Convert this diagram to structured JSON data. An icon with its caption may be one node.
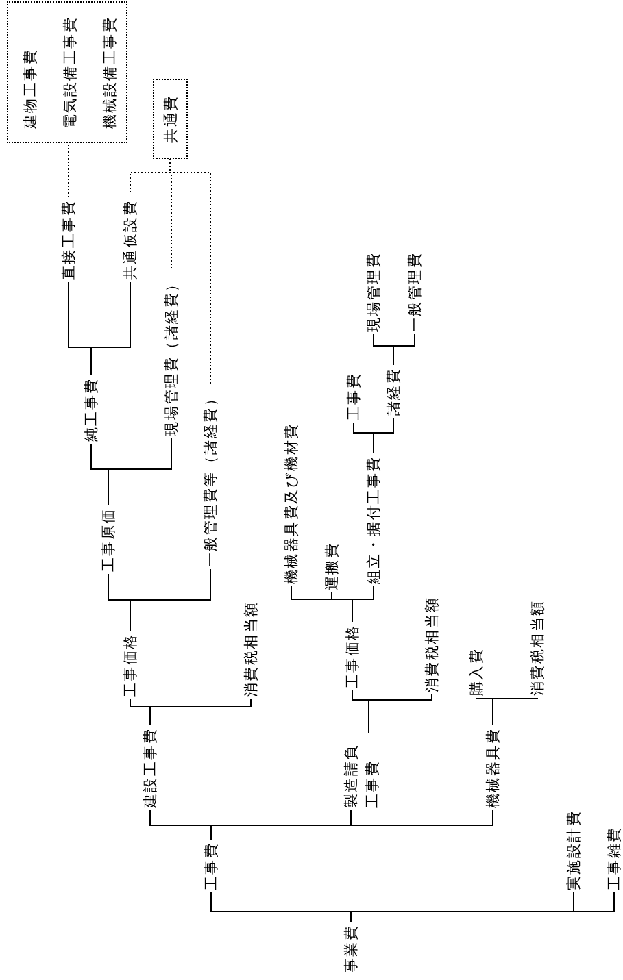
{
  "diagram": {
    "nodes": [
      {
        "text": [
          "事業費"
        ]
      },
      {
        "text": [
          "工事費"
        ]
      },
      {
        "text": [
          "建設工事費"
        ]
      },
      {
        "text": [
          "工事価格"
        ]
      },
      {
        "text": [
          "工事原価"
        ]
      },
      {
        "text": [
          "純工事費"
        ]
      },
      {
        "text": [
          "直接工事費"
        ]
      },
      {
        "text": [
          "建物工事費",
          "電気設備工事費",
          "機械設備工事費"
        ]
      },
      {
        "text": [
          "共通仮設費"
        ]
      },
      {
        "text": [
          "共通費"
        ]
      },
      {
        "text": [
          "現場管理費（諸経費）"
        ]
      },
      {
        "text": [
          "一般管理費等（諸経費）"
        ]
      },
      {
        "text": [
          "消費税相当額"
        ]
      },
      {
        "text": [
          "製造請負工事費"
        ]
      },
      {
        "text": [
          "工事価格"
        ]
      },
      {
        "text": [
          "機械器具費及び機材費"
        ]
      },
      {
        "text": [
          "運搬費"
        ]
      },
      {
        "text": [
          "組立・据付工事費"
        ]
      },
      {
        "text": [
          "工事費"
        ]
      },
      {
        "text": [
          "諸経費"
        ]
      },
      {
        "text": [
          "現場管理費"
        ]
      },
      {
        "text": [
          "一般管理費"
        ]
      },
      {
        "text": [
          "消費税相当額"
        ]
      },
      {
        "text": [
          "機械器具費"
        ]
      },
      {
        "text": [
          "購入費"
        ]
      },
      {
        "text": [
          "消費税相当額"
        ]
      },
      {
        "text": [
          "実施設計費"
        ]
      },
      {
        "text": [
          "工事雑費"
        ]
      }
    ],
    "edges": [
      {
        "from": 0,
        "to": 1,
        "arrow": "none"
      },
      {
        "from": 0,
        "to": 26,
        "arrow": "none"
      },
      {
        "from": 0,
        "to": 27,
        "arrow": "none"
      },
      {
        "from": 1,
        "to": 2,
        "arrow": "none"
      },
      {
        "from": 1,
        "to": 13,
        "arrow": "none"
      },
      {
        "from": 1,
        "to": 23,
        "arrow": "none"
      },
      {
        "from": 2,
        "to": 3,
        "arrow": "none"
      },
      {
        "from": 2,
        "to": 12,
        "arrow": "none"
      },
      {
        "from": 3,
        "to": 4,
        "arrow": "none"
      },
      {
        "from": 3,
        "to": 11,
        "arrow": "none"
      },
      {
        "from": 4,
        "to": 5,
        "arrow": "none"
      },
      {
        "from": 4,
        "to": 10,
        "arrow": "none"
      },
      {
        "from": 5,
        "to": 6,
        "arrow": "none"
      },
      {
        "from": 5,
        "to": 8,
        "arrow": "none"
      },
      {
        "from": 6,
        "to": 7,
        "arrow": "none",
        "style": "dashed"
      },
      {
        "from": 9,
        "to": 8,
        "arrow": "none",
        "style": "dashed"
      },
      {
        "from": 9,
        "to": 10,
        "arrow": "none",
        "style": "dashed"
      },
      {
        "from": 9,
        "to": 11,
        "arrow": "none",
        "style": "dashed"
      },
      {
        "from": 13,
        "to": 14,
        "arrow": "none"
      },
      {
        "from": 13,
        "to": 22,
        "arrow": "none"
      },
      {
        "from": 14,
        "to": 15,
        "arrow": "none"
      },
      {
        "from": 14,
        "to": 16,
        "arrow": "none"
      },
      {
        "from": 14,
        "to": 17,
        "arrow": "none"
      },
      {
        "from": 17,
        "to": 18,
        "arrow": "none"
      },
      {
        "from": 17,
        "to": 19,
        "arrow": "none"
      },
      {
        "from": 19,
        "to": 20,
        "arrow": "none"
      },
      {
        "from": 19,
        "to": 21,
        "arrow": "none"
      },
      {
        "from": 23,
        "to": 24,
        "arrow": "none"
      },
      {
        "from": 23,
        "to": 25,
        "arrow": "none"
      }
    ]
  }
}
